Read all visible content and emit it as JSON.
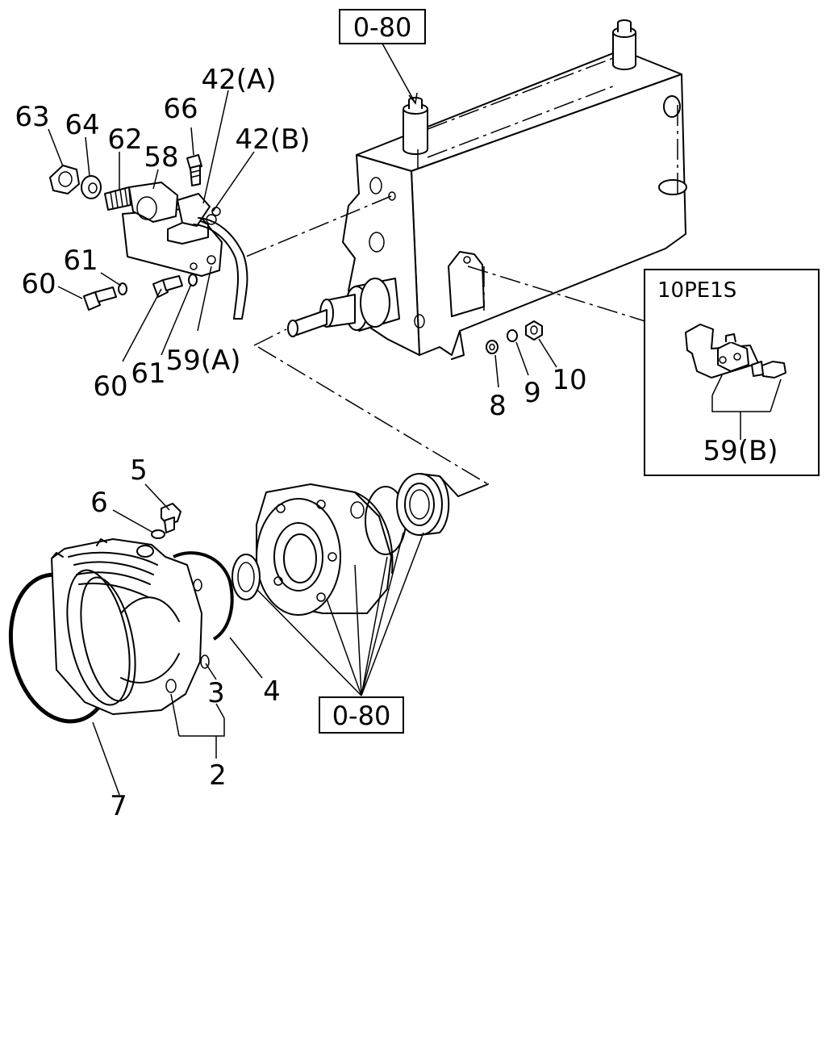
{
  "ref_boxes": {
    "top": "0-80",
    "bottom": "0-80"
  },
  "inset": {
    "title": "10PE1S",
    "label": "59(B)"
  },
  "labels": {
    "l63": "63",
    "l64": "64",
    "l62": "62",
    "l58": "58",
    "l66": "66",
    "l42a": "42(A)",
    "l42b": "42(B)",
    "l61a": "61",
    "l60a": "60",
    "l60b": "60",
    "l61b": "61",
    "l59a": "59(A)",
    "l8": "8",
    "l9": "9",
    "l10": "10",
    "l5": "5",
    "l6": "6",
    "l3": "3",
    "l4": "4",
    "l2": "2",
    "l7": "7"
  }
}
